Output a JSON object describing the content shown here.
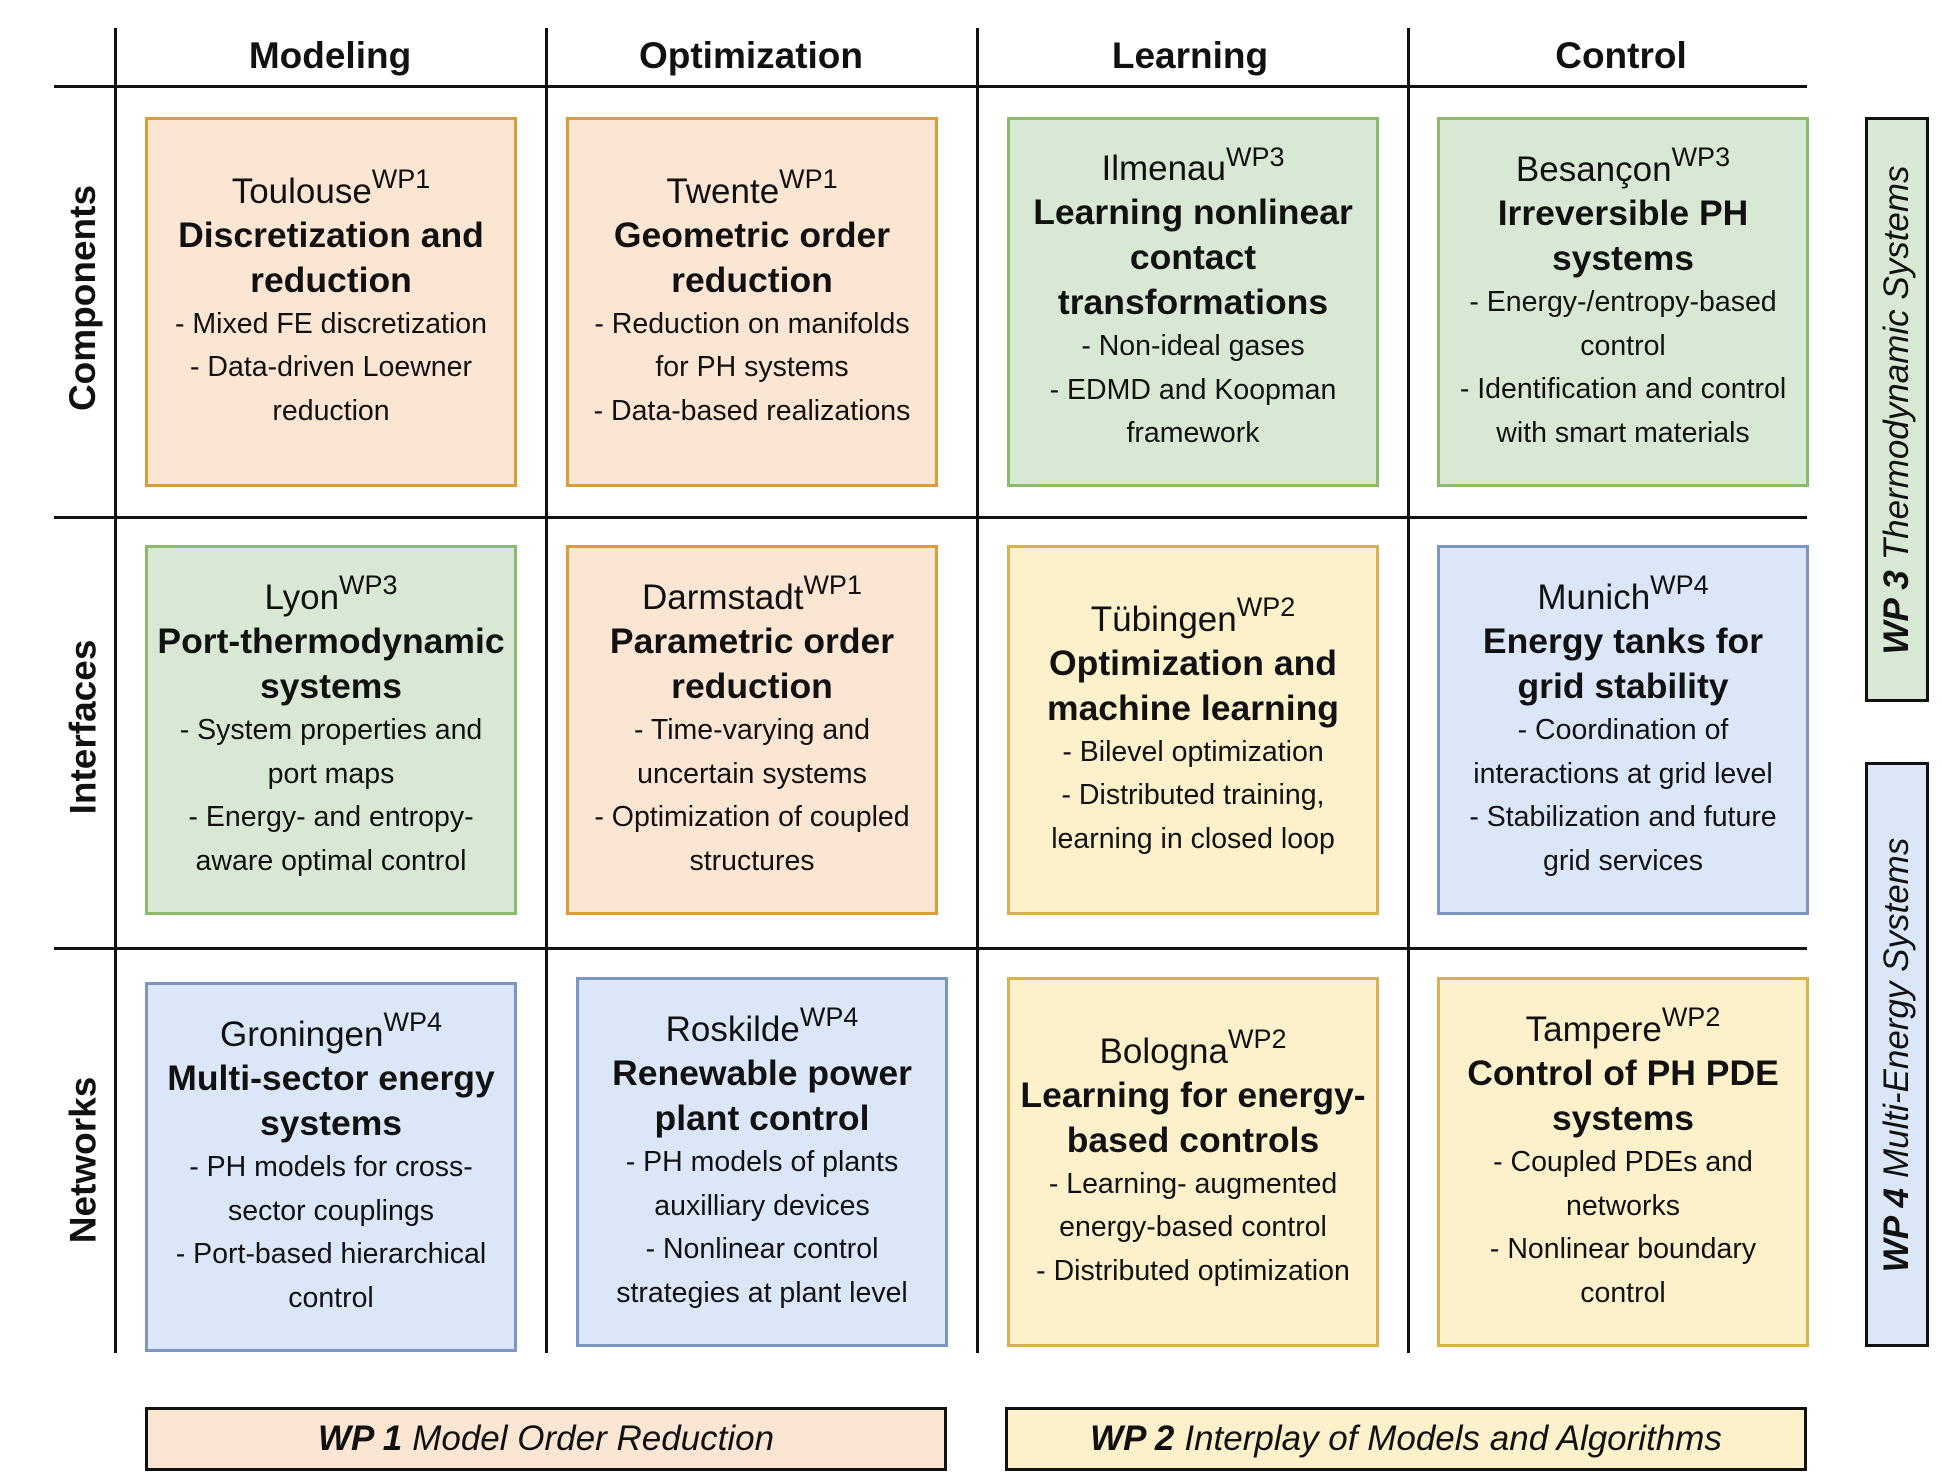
{
  "columns": [
    "Modeling",
    "Optimization",
    "Learning",
    "Control"
  ],
  "rows": [
    "Components",
    "Interfaces",
    "Networks"
  ],
  "cells": [
    {
      "city": "Toulouse",
      "wp": "WP1",
      "title": "Discretization and reduction",
      "bullets": [
        "- Mixed FE discretization",
        "- Data-driven Loewner reduction"
      ],
      "color": "#fbe5d3"
    },
    {
      "city": "Twente",
      "wp": "WP1",
      "title": "Geometric order reduction",
      "bullets": [
        "- Reduction on manifolds for PH systems",
        "- Data-based realizations"
      ],
      "color": "#fbe5d3"
    },
    {
      "city": "Ilmenau",
      "wp": "WP3",
      "title": "Learning nonlinear contact transformations",
      "bullets": [
        "- Non-ideal gases",
        "- EDMD and Koopman framework"
      ],
      "color": "#d9e8d4"
    },
    {
      "city": "Besançon",
      "wp": "WP3",
      "title": "Irreversible PH systems",
      "bullets": [
        "- Energy-/entropy-based control",
        "- Identification and control with smart materials"
      ],
      "color": "#d9e8d4"
    },
    {
      "city": "Lyon",
      "wp": "WP3",
      "title": "Port-thermodynamic systems",
      "bullets": [
        "- System properties and port maps",
        "- Energy- and entropy-aware optimal control"
      ],
      "color": "#d9e8d4"
    },
    {
      "city": "Darmstadt",
      "wp": "WP1",
      "title": "Parametric order reduction",
      "bullets": [
        "- Time-varying and uncertain systems",
        "- Optimization of coupled structures"
      ],
      "color": "#fbe5d3"
    },
    {
      "city": "Tübingen",
      "wp": "WP2",
      "title": "Optimization and machine learning",
      "bullets": [
        "- Bilevel optimization",
        "- Distributed training, learning in closed loop"
      ],
      "color": "#fcf1cb"
    },
    {
      "city": "Munich",
      "wp": "WP4",
      "title": "Energy tanks for grid stability",
      "bullets": [
        "- Coordination of interactions at grid level",
        "- Stabilization and future grid services"
      ],
      "color": "#dbe6f8"
    },
    {
      "city": "Groningen",
      "wp": "WP4",
      "title": "Multi-sector energy systems",
      "bullets": [
        "- PH models for cross-sector couplings",
        "- Port-based hierarchical control"
      ],
      "color": "#dbe6f8"
    },
    {
      "city": "Roskilde",
      "wp": "WP4",
      "title": "Renewable power plant control",
      "bullets": [
        "- PH models of plants auxilliary devices",
        "- Nonlinear control strategies at plant level"
      ],
      "color": "#dbe6f8"
    },
    {
      "city": "Bologna",
      "wp": "WP2",
      "title": "Learning for energy-based controls",
      "bullets": [
        "- Learning- augmented energy-based control",
        "- Distributed optimization"
      ],
      "color": "#fcf1cb"
    },
    {
      "city": "Tampere",
      "wp": "WP2",
      "title": "Control of PH PDE systems",
      "bullets": [
        "- Coupled PDEs and networks",
        "- Nonlinear boundary control"
      ],
      "color": "#fcf1cb"
    }
  ],
  "work_packages": {
    "wp1": {
      "num": "WP 1",
      "name": "Model Order Reduction",
      "color": "#fbe5d3"
    },
    "wp2": {
      "num": "WP 2",
      "name": "Interplay of Models and Algorithms",
      "color": "#fcf1cb"
    },
    "wp3": {
      "num": "WP 3",
      "name": "Thermodynamic Systems",
      "color": "#d9e8d4"
    },
    "wp4": {
      "num": "WP 4",
      "name": "Multi-Energy Systems",
      "color": "#dbe6f8"
    }
  }
}
